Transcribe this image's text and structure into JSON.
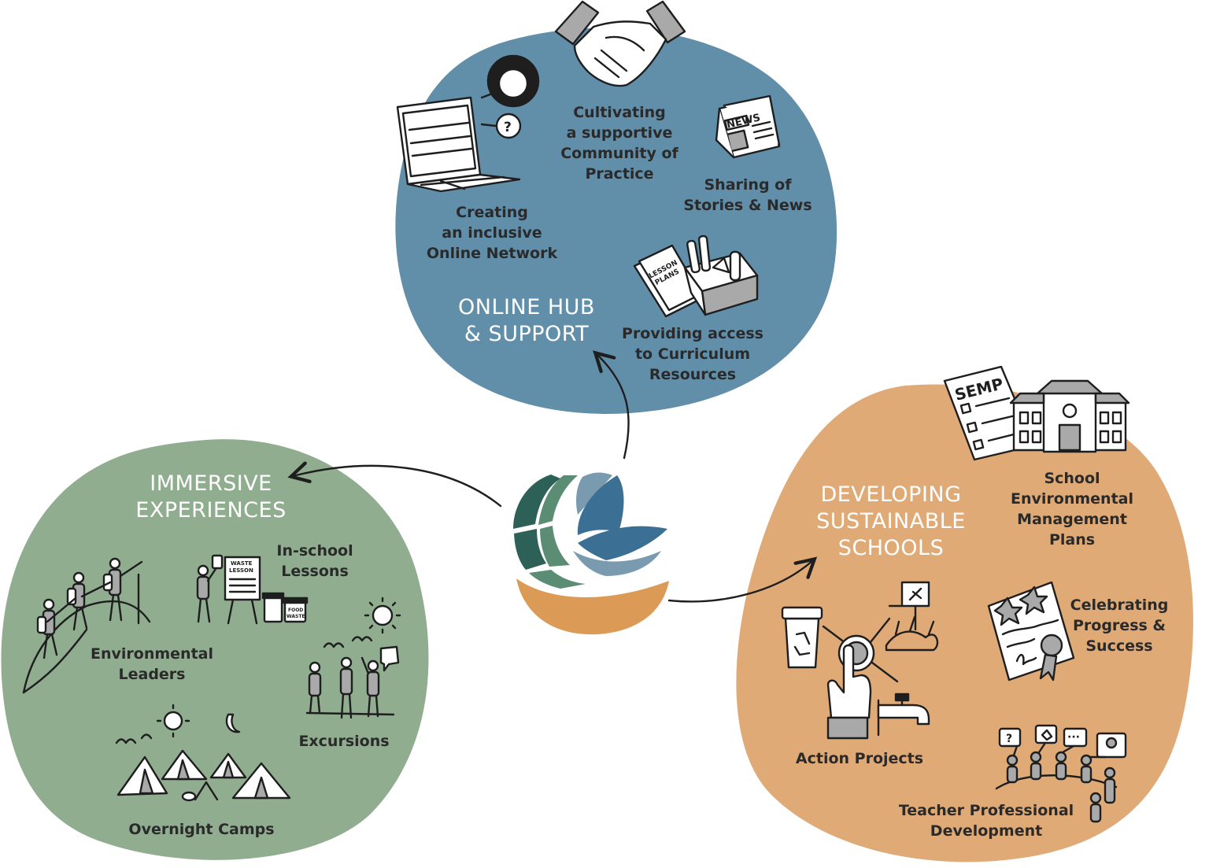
{
  "colors": {
    "online_blob": "#618ea9",
    "immersive_blob": "#90ad8f",
    "schools_blob": "#e0aa77",
    "logo_dark_green": "#2d6158",
    "logo_mid_green": "#5b8c74",
    "logo_blue": "#3b6f93",
    "logo_light_blue": "#7a9ab0",
    "logo_orange": "#dc9a57"
  },
  "online": {
    "title": "ONLINE HUB\n& SUPPORT",
    "items": [
      {
        "label": "Creating\nan inclusive\nOnline Network",
        "icon": "laptop-icon"
      },
      {
        "label": "Cultivating\na supportive\nCommunity of\nPractice",
        "icon": "handshake-icon"
      },
      {
        "label": "Sharing of\nStories & News",
        "icon": "newspaper-icon"
      },
      {
        "label": "Providing access\nto Curriculum\nResources",
        "icon": "resources-box-icon"
      }
    ],
    "icon_text": {
      "news": "NEWS",
      "lesson_plans_1": "LESSON",
      "lesson_plans_2": "PLANS"
    }
  },
  "immersive": {
    "title": "IMMERSIVE\nEXPERIENCES",
    "items": [
      {
        "label": "In-school\nLessons",
        "icon": "lesson-board-icon"
      },
      {
        "label": "Environmental\nLeaders",
        "icon": "hikers-icon"
      },
      {
        "label": "Excursions",
        "icon": "excursion-group-icon"
      },
      {
        "label": "Overnight Camps",
        "icon": "tents-icon"
      }
    ],
    "icon_text": {
      "waste_1": "WASTE",
      "waste_2": "LESSON",
      "food_1": "FOOD",
      "food_2": "WASTE"
    }
  },
  "schools": {
    "title": "DEVELOPING\nSUSTAINABLE\nSCHOOLS",
    "items": [
      {
        "label": "School\nEnvironmental\nManagement\nPlans",
        "icon": "semp-school-icon"
      },
      {
        "label": "Celebrating\nProgress &\nSuccess",
        "icon": "certificate-icon"
      },
      {
        "label": "Action Projects",
        "icon": "action-button-icon"
      },
      {
        "label": "Teacher Professional\nDevelopment",
        "icon": "teachers-meeting-icon"
      }
    ],
    "icon_text": {
      "semp": "SEMP"
    }
  }
}
